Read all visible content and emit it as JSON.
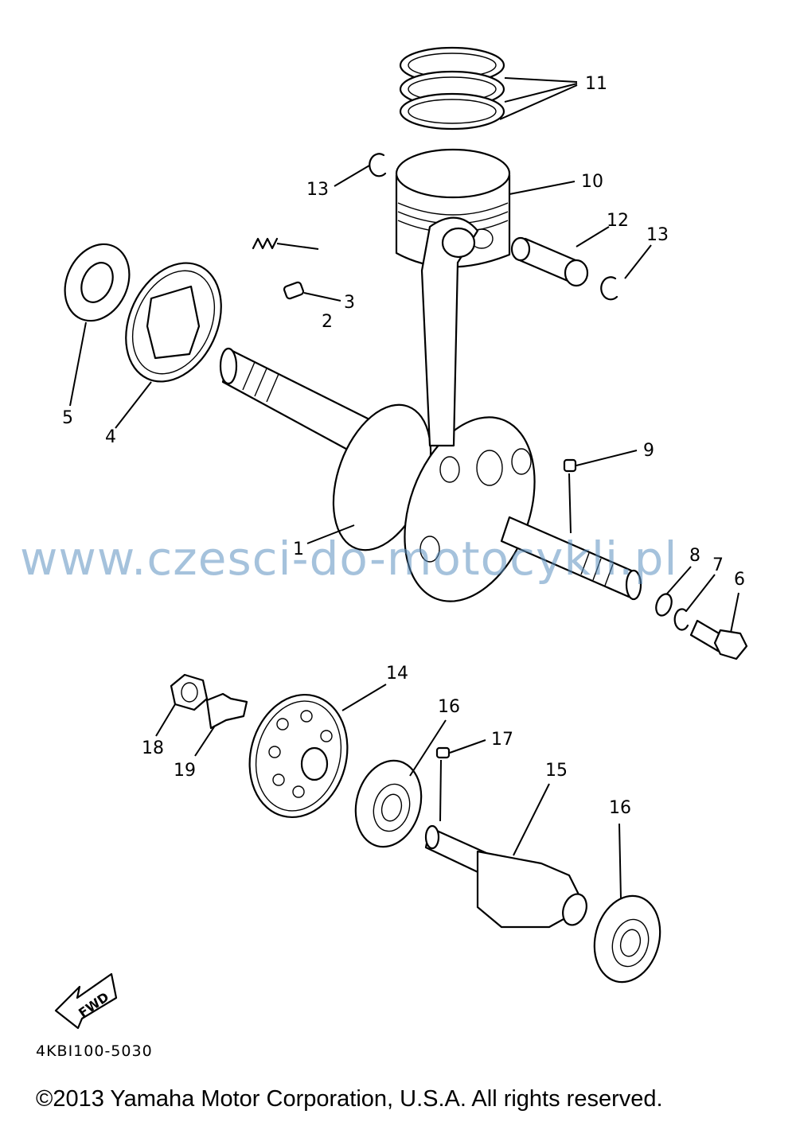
{
  "diagram": {
    "callouts": [
      "1",
      "2",
      "3",
      "4",
      "5",
      "6",
      "7",
      "8",
      "9",
      "10",
      "11",
      "12",
      "13",
      "13",
      "14",
      "15",
      "16",
      "16",
      "17",
      "18",
      "19"
    ],
    "fwd_label": "FWD",
    "diagram_code": "4KBI100-5030",
    "watermark": "www.czesci-do-motocykli.pl",
    "copyright": "©2013 Yamaha Motor Corporation, U.S.A. All rights reserved."
  }
}
